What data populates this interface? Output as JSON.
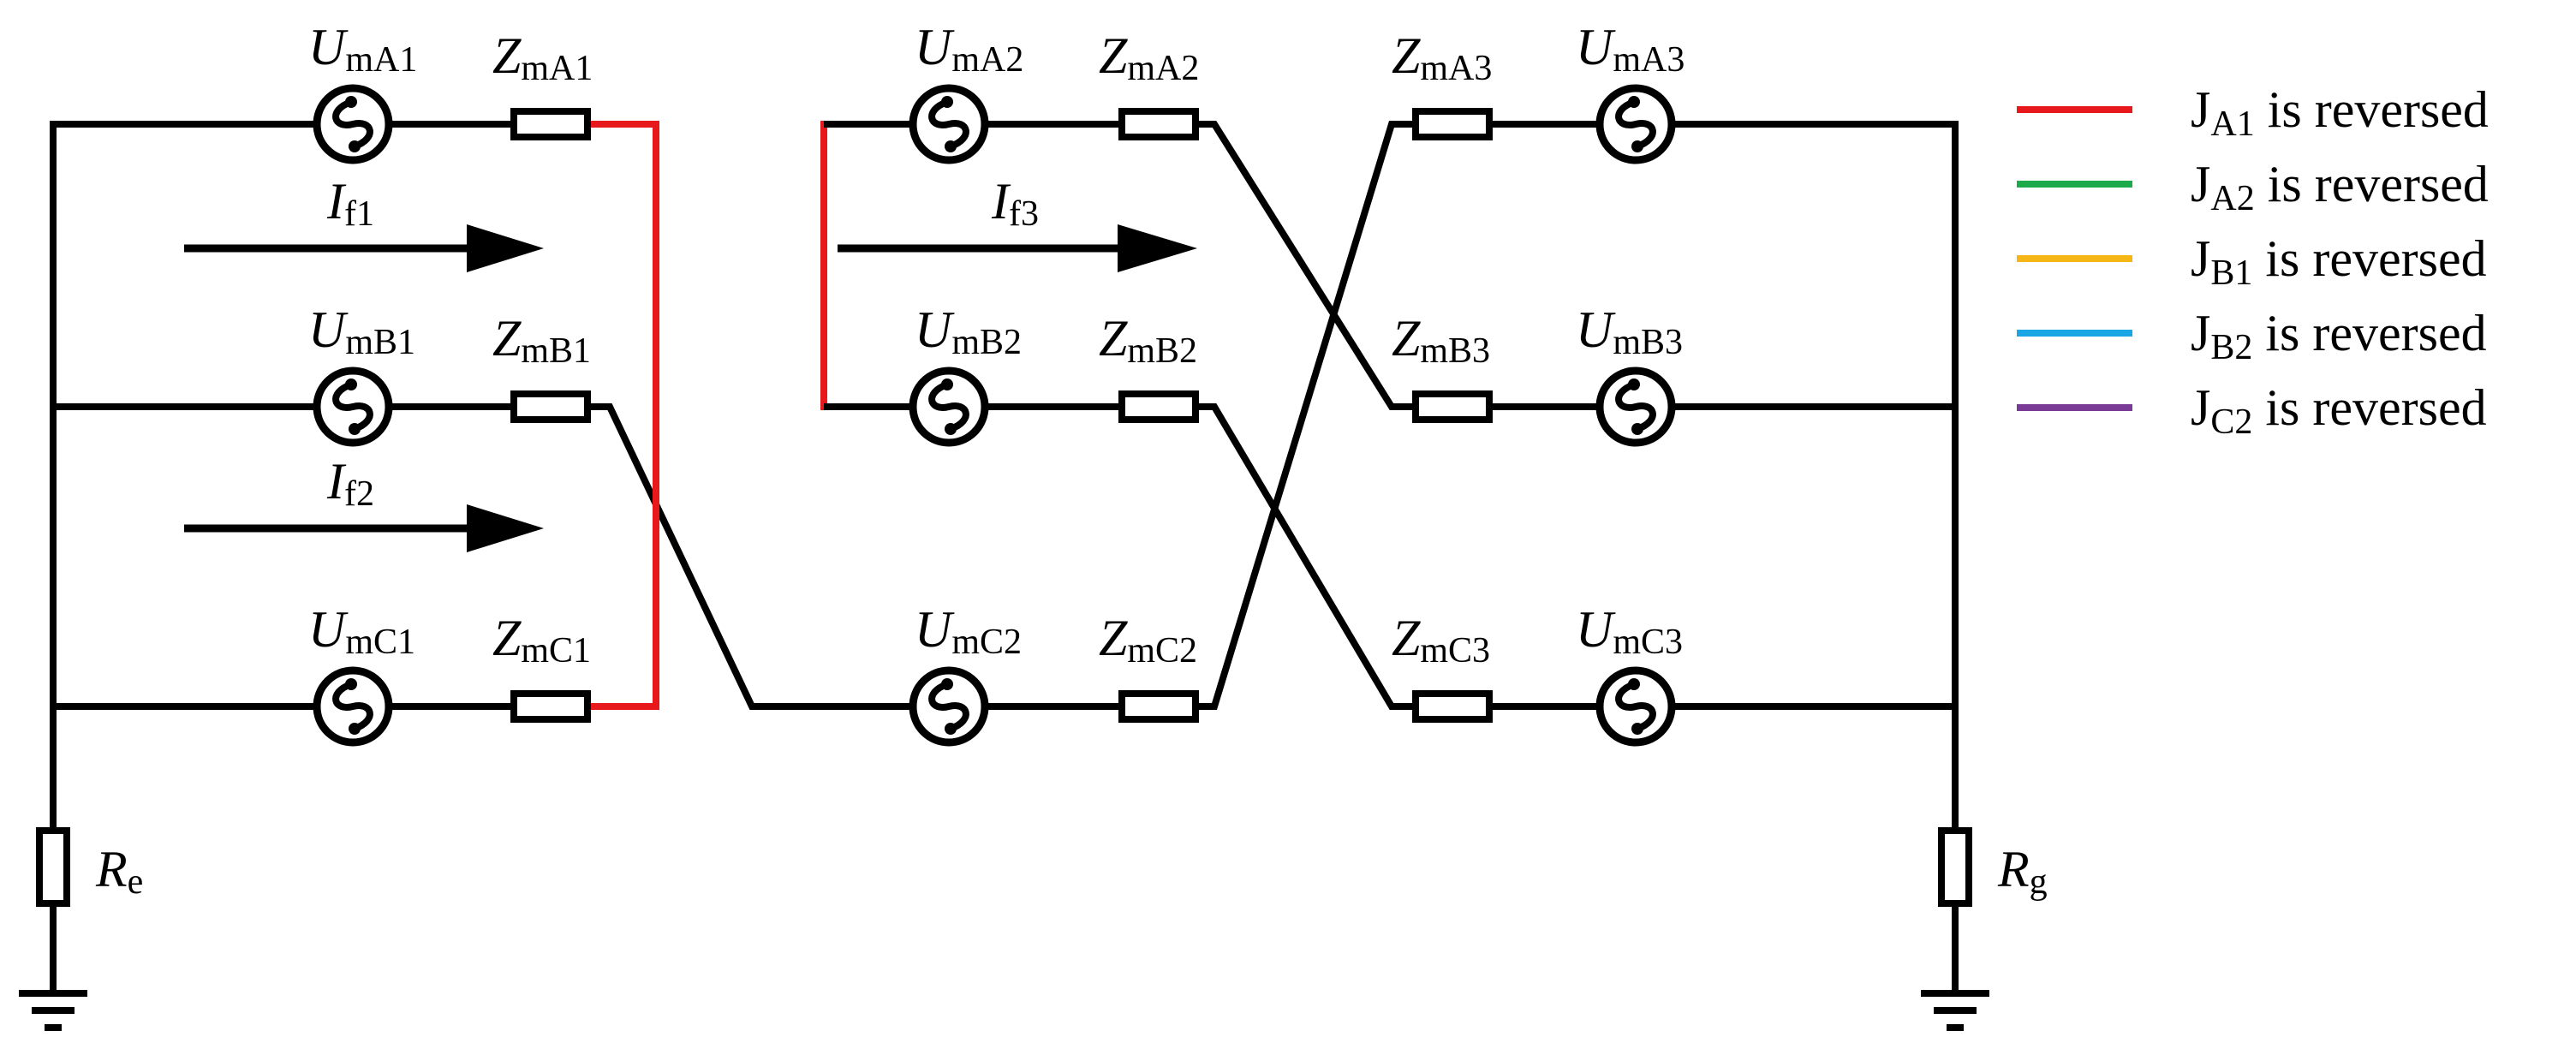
{
  "sources": {
    "A1": {
      "main": "U",
      "sub": "mA1"
    },
    "B1": {
      "main": "U",
      "sub": "mB1"
    },
    "C1": {
      "main": "U",
      "sub": "mC1"
    },
    "A2": {
      "main": "U",
      "sub": "mA2"
    },
    "B2": {
      "main": "U",
      "sub": "mB2"
    },
    "C2": {
      "main": "U",
      "sub": "mC2"
    },
    "A3": {
      "main": "U",
      "sub": "mA3"
    },
    "B3": {
      "main": "U",
      "sub": "mB3"
    },
    "C3": {
      "main": "U",
      "sub": "mC3"
    }
  },
  "impedances": {
    "A1": {
      "main": "Z",
      "sub": "mA1"
    },
    "B1": {
      "main": "Z",
      "sub": "mB1"
    },
    "C1": {
      "main": "Z",
      "sub": "mC1"
    },
    "A2": {
      "main": "Z",
      "sub": "mA2"
    },
    "B2": {
      "main": "Z",
      "sub": "mB2"
    },
    "C2": {
      "main": "Z",
      "sub": "mC2"
    },
    "A3": {
      "main": "Z",
      "sub": "mA3"
    },
    "B3": {
      "main": "Z",
      "sub": "mB3"
    },
    "C3": {
      "main": "Z",
      "sub": "mC3"
    }
  },
  "currents": {
    "f1": {
      "main": "I",
      "sub": "f1"
    },
    "f2": {
      "main": "I",
      "sub": "f2"
    },
    "f3": {
      "main": "I",
      "sub": "f3"
    }
  },
  "resistors": {
    "e": {
      "main": "R",
      "sub": "e"
    },
    "g": {
      "main": "R",
      "sub": "g"
    }
  },
  "legend": [
    {
      "main": "J",
      "sub": "A1",
      "text": " is reversed",
      "color": "#e8191c"
    },
    {
      "main": "J",
      "sub": "A2",
      "text": " is reversed",
      "color": "#1daa4a"
    },
    {
      "main": "J",
      "sub": "B1",
      "text": " is reversed",
      "color": "#f5b616"
    },
    {
      "main": "J",
      "sub": "B2",
      "text": " is reversed",
      "color": "#1aa6e4"
    },
    {
      "main": "J",
      "sub": "C2",
      "text": " is reversed",
      "color": "#7a3b97"
    }
  ],
  "colors": {
    "wire": "#000000",
    "reversed": "#e8191c"
  }
}
